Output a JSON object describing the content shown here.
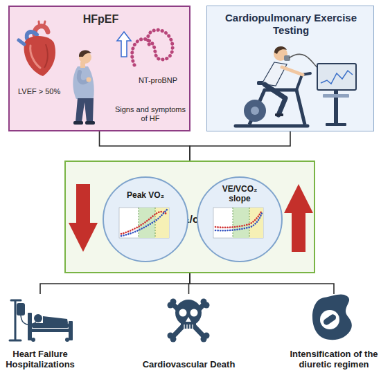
{
  "diagram": {
    "nodes": [
      {
        "text": [
          "HFpEF",
          "LVEF > 50%",
          "NT-proBNP",
          "Signs and symptoms of HF"
        ]
      },
      {
        "text": [
          "Cardiopulmonary Exercise Testing"
        ]
      },
      {
        "text": [
          "&/or"
        ]
      },
      {
        "text": [
          "Peak VO₂"
        ],
        "in": 2
      },
      {
        "text": [
          "VE/VCO₂ slope"
        ],
        "in": 2
      },
      {
        "text": [
          "Heart Failure Hospitalizations"
        ]
      },
      {
        "text": [
          "Cardiovascular Death"
        ]
      },
      {
        "text": [
          "Intensification of the diuretic regimen"
        ]
      }
    ],
    "edges": [
      {
        "from": 0,
        "to": 2,
        "arrow": "none"
      },
      {
        "from": 1,
        "to": 2,
        "arrow": "none"
      },
      {
        "from": 2,
        "to": 5,
        "arrow": "none"
      },
      {
        "from": 2,
        "to": 6,
        "arrow": "none"
      },
      {
        "from": 2,
        "to": 7,
        "arrow": "none"
      }
    ]
  }
}
